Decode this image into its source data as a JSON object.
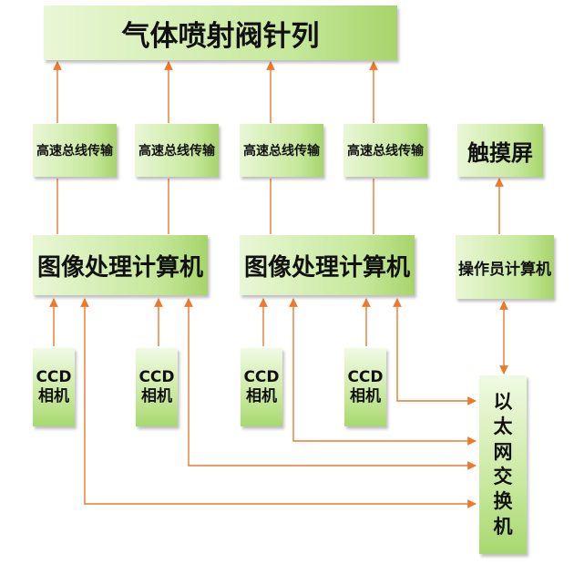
{
  "top": {
    "label": "气体喷射阀针列"
  },
  "bus": {
    "label": "高速总线传输"
  },
  "touch": {
    "label": "触摸屏"
  },
  "image_pc": {
    "label": "图像处理计算机"
  },
  "operator_pc": {
    "label": "操作员计算机"
  },
  "camera": {
    "label": "CCD\n相机"
  },
  "switch": {
    "label": "以\n太\n网\n交\n换\n机"
  },
  "colors": {
    "arrow": "#f0782a",
    "box_light": "#f1fae4",
    "box_dark": "#a8d870"
  }
}
